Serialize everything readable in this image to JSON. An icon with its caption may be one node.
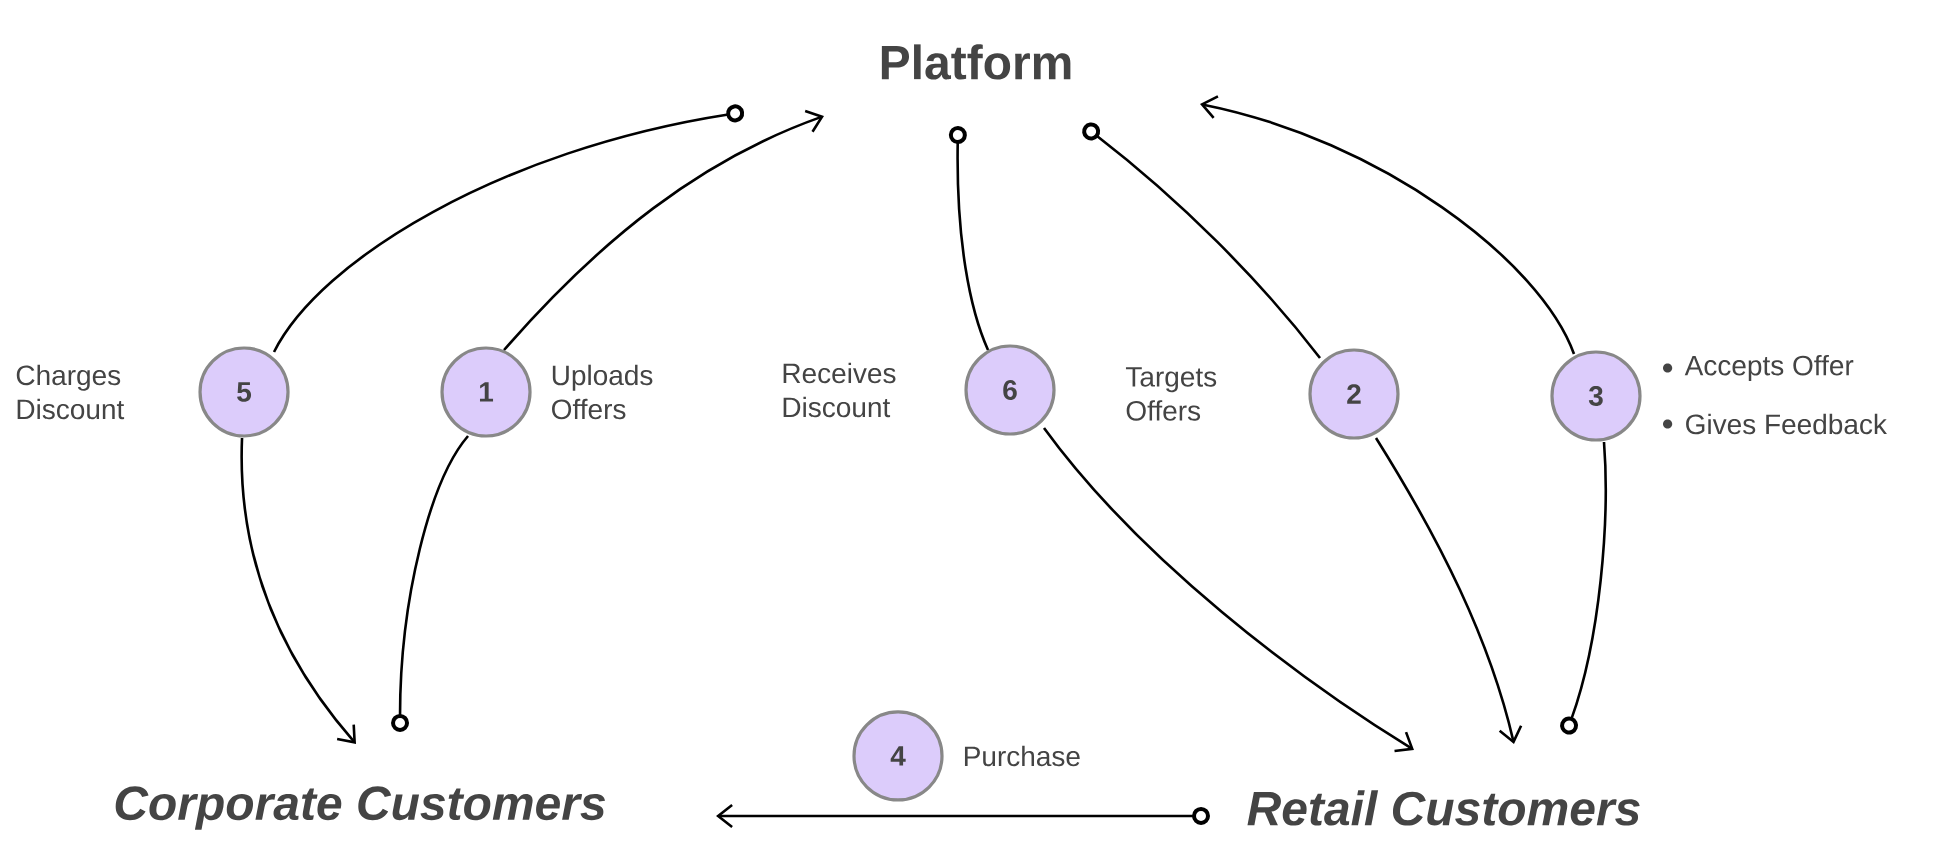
{
  "diagram": {
    "nodes": [
      {
        "text": [
          "Platform"
        ]
      },
      {
        "text": [
          "Corporate Customers"
        ]
      },
      {
        "text": [
          "Retail Customers"
        ]
      },
      {
        "text": [
          "5"
        ],
        "beside": [
          "Charges Discount"
        ]
      },
      {
        "text": [
          "1"
        ],
        "beside": [
          "Uploads Offers"
        ]
      },
      {
        "text": [
          "6"
        ],
        "beside": [
          "Receives Discount"
        ]
      },
      {
        "text": [
          "2"
        ],
        "beside": [
          "Targets Offers"
        ]
      },
      {
        "text": [
          "3"
        ],
        "beside": [
          "Accepts Offer",
          "Gives Feedback"
        ]
      },
      {
        "text": [
          "4"
        ],
        "beside": [
          "Purchase"
        ]
      }
    ],
    "edges": [
      {
        "from": 1,
        "to": 4,
        "arrow": "other"
      },
      {
        "from": 4,
        "to": 0,
        "arrow": "to"
      },
      {
        "from": 0,
        "to": 3,
        "arrow": "other"
      },
      {
        "from": 3,
        "to": 1,
        "arrow": "to"
      },
      {
        "from": 0,
        "to": 5,
        "arrow": "other"
      },
      {
        "from": 5,
        "to": 2,
        "arrow": "to"
      },
      {
        "from": 0,
        "to": 6,
        "arrow": "other"
      },
      {
        "from": 6,
        "to": 2,
        "arrow": "to"
      },
      {
        "from": 2,
        "to": 7,
        "arrow": "other"
      },
      {
        "from": 7,
        "to": 0,
        "arrow": "to"
      },
      {
        "from": 2,
        "to": 1,
        "arrow": "to"
      }
    ]
  }
}
